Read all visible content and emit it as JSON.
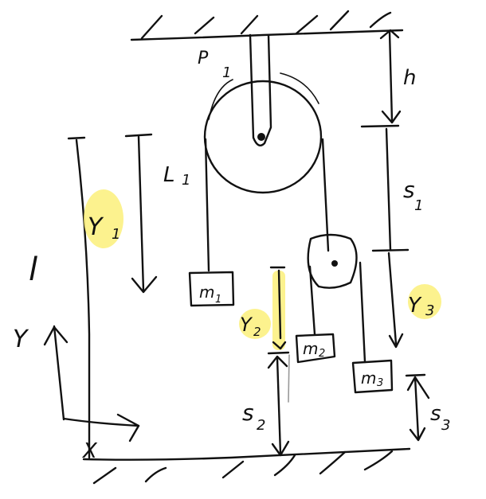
{
  "diagram": {
    "title": "",
    "style": "hand-drawn sketch",
    "colors": {
      "ink": "#111111",
      "highlight": "#fbf07a",
      "background": "#ffffff"
    },
    "ceiling": {
      "label": ""
    },
    "floor": {
      "label": ""
    },
    "pulleys": [
      {
        "id": "P1",
        "label": "P",
        "subscript": "1",
        "type": "fixed",
        "attached_to": "ceiling"
      },
      {
        "id": "P2",
        "label": "",
        "type": "movable",
        "attached_to": "m1 rope"
      }
    ],
    "masses": [
      {
        "id": "m1",
        "label": "m",
        "subscript": "1"
      },
      {
        "id": "m2",
        "label": "m",
        "subscript": "2"
      },
      {
        "id": "m3",
        "label": "m",
        "subscript": "3"
      }
    ],
    "lengths": {
      "l": {
        "label": "l",
        "description": "total height from ceiling reference to floor"
      },
      "L1": {
        "label": "L",
        "subscript": "1",
        "description": "rope length from pulley P1 to m1"
      },
      "h": {
        "label": "h",
        "description": "distance from ceiling to top of s1"
      },
      "s1": {
        "label": "s",
        "subscript": "1",
        "description": "length between h mark and pulley P2 level"
      },
      "s2": {
        "label": "s",
        "subscript": "2",
        "description": "height of y2 reference above floor"
      },
      "s3": {
        "label": "s",
        "subscript": "3",
        "description": "height of m3 above floor"
      }
    },
    "coordinates": {
      "y1": {
        "label": "Y",
        "subscript": "1",
        "highlighted": true,
        "direction": "down"
      },
      "y2": {
        "label": "Y",
        "subscript": "2",
        "highlighted": true,
        "direction": "down"
      },
      "y3": {
        "label": "Y",
        "subscript": "3",
        "highlighted": true,
        "direction": "down"
      }
    },
    "axes": {
      "x_label": "X",
      "y_label": "Y"
    }
  }
}
